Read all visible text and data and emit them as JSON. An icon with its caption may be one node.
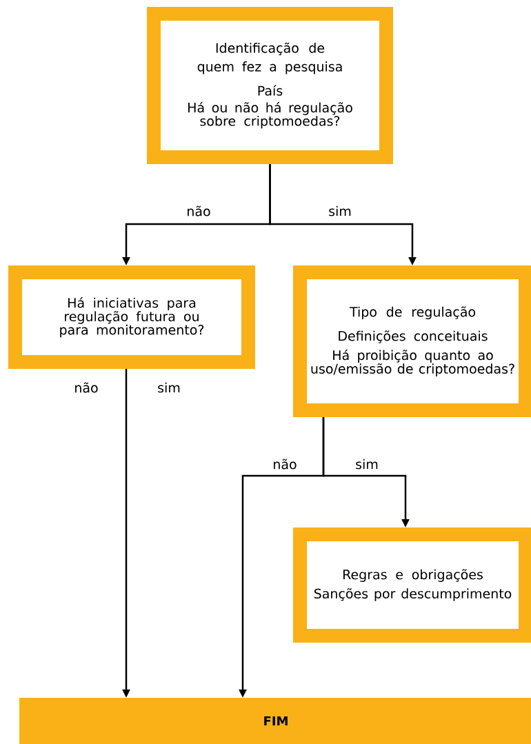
{
  "diagram": {
    "nodes": [
      {
        "text": [
          "Identificação de quem fez a pesquisa",
          "País",
          "Há ou não há regulação sobre criptomoedas?"
        ]
      },
      {
        "text": [
          "Há iniciativas para regulação futura ou para monitoramento?"
        ]
      },
      {
        "text": [
          "Tipo de regulação",
          "Definições conceituais",
          "Há proibição quanto ao uso/emissão de criptomoedas?"
        ]
      },
      {
        "text": [
          "Regras e obrigações",
          "Sanções por descumprimento"
        ]
      },
      {
        "text": [
          "FIM"
        ]
      }
    ],
    "edges": [
      {
        "from": 0,
        "to": 1,
        "arrow": "to",
        "label": "não"
      },
      {
        "from": 0,
        "to": 2,
        "arrow": "to",
        "label": "sim"
      },
      {
        "from": 1,
        "to": 4,
        "arrow": "to",
        "label": "não"
      },
      {
        "from": 2,
        "to": 4,
        "arrow": "to",
        "label": "não"
      },
      {
        "from": 2,
        "to": 3,
        "arrow": "to",
        "label": "sim"
      }
    ],
    "labels": [
      "sim"
    ]
  }
}
